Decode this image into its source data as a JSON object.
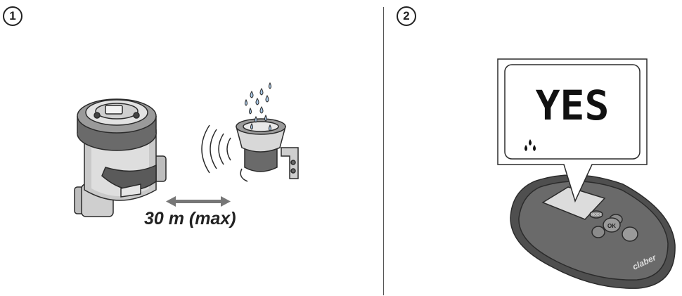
{
  "steps": [
    {
      "number": "1",
      "distance_label": "30 m (max)"
    },
    {
      "number": "2",
      "display_text": "YES",
      "remote_brand": "claber",
      "ok_label": "OK",
      "mode_label": "MODE"
    }
  ],
  "colors": {
    "stroke": "#2b2b2b",
    "light_gray": "#d9d9d9",
    "mid_gray": "#a7a7a7",
    "dark_gray": "#5a5a5a",
    "water_blue": "#a9c8e6",
    "screen": "#dcdcdc"
  },
  "icons": [
    "water-drops-icon",
    "wireless-signal-icon",
    "distance-arrow-icon",
    "water-drop-indicator-icon"
  ]
}
